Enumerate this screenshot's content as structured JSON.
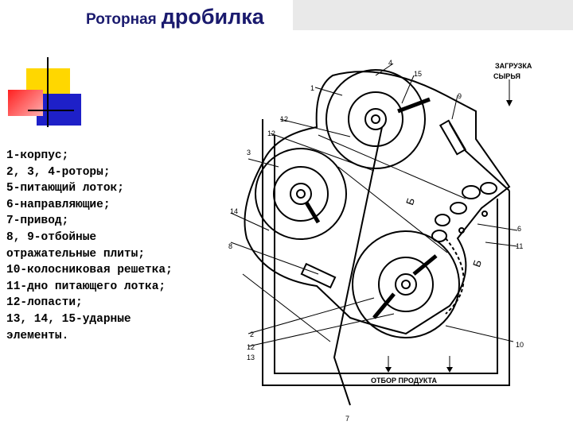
{
  "title": {
    "part1": "Роторная",
    "part2": "дробилка"
  },
  "legend": [
    "1-корпус;",
    "2, 3, 4-роторы;",
    "5-питающий лоток;",
    "6-направляющие;",
    "7-привод;",
    "8, 9-отбойные",
    "отражательные плиты;",
    "10-колосниковая решетка;",
    "11-дно питающего лотка;",
    "12-лопасти;",
    "13, 14, 15-ударные",
    "элементы."
  ],
  "diagram": {
    "labels": {
      "l4": "4",
      "l15": "15",
      "l1": "1",
      "l9": "9",
      "l12a": "12",
      "l12b": "12",
      "l3": "3",
      "l14": "14",
      "l8": "8",
      "l6": "6",
      "l11": "11",
      "l2": "2",
      "l12c": "12",
      "l13": "13",
      "l10": "10",
      "l7": "7",
      "b1": "Б",
      "b2": "Б",
      "load_line1": "ЗАГРУЗКА",
      "load_line2": "СЫРЬЯ",
      "output": "ОТБОР ПРОДУКТА"
    }
  },
  "colors": {
    "title": "#1a1a6e",
    "deco_yellow": "#ffd700",
    "deco_red": "#ff3b3b",
    "deco_blue": "#1e20c8"
  }
}
